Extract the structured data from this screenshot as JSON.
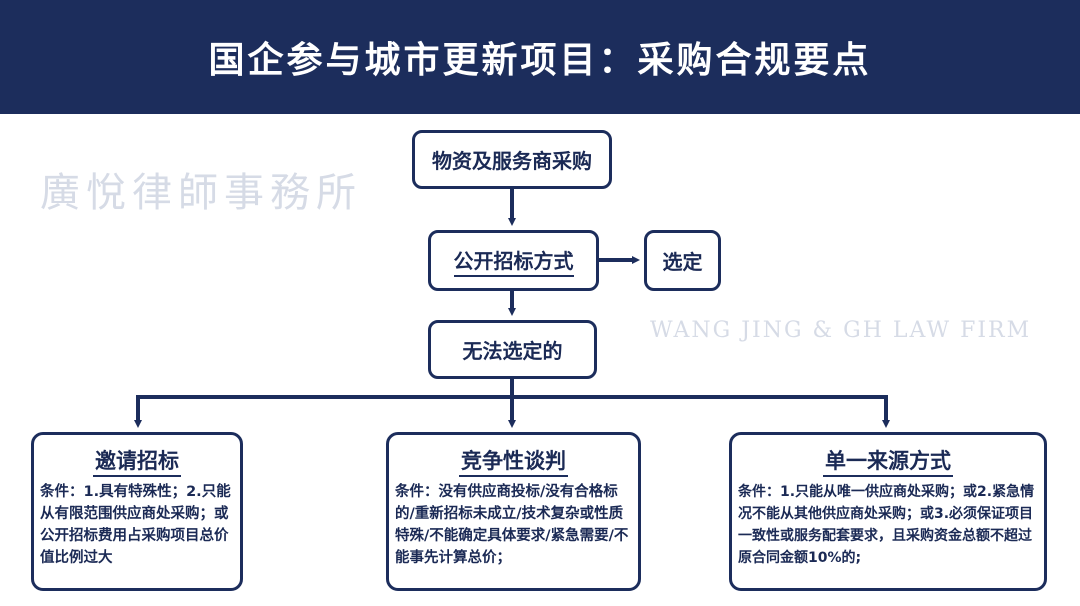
{
  "title": "国企参与城市更新项目：采购合规要点",
  "watermark": {
    "cn": "廣悅律師事務所",
    "en": "WANG JING & GH LAW FIRM"
  },
  "nodes": {
    "start": "物资及服务商采购",
    "public": "公开招标方式",
    "selected": "选定",
    "failed": "无法选定的"
  },
  "methods": [
    {
      "title": "邀请招标",
      "conditions": "条件：1.具有特殊性；2.只能从有限范围供应商处采购；或公开招标费用占采购项目总价值比例过大"
    },
    {
      "title": "竞争性谈判",
      "conditions": "条件：没有供应商投标/没有合格标的/重新招标未成立/技术复杂或性质特殊/不能确定具体要求/紧急需要/不能事先计算总价；"
    },
    {
      "title": "单一来源方式",
      "conditions": "条件：1.只能从唯一供应商处采购；或2.紧急情况不能从其他供应商处采购；或3.必须保证项目一致性或服务配套要求，且采购资金总额不超过原合同金额10%的;"
    }
  ]
}
